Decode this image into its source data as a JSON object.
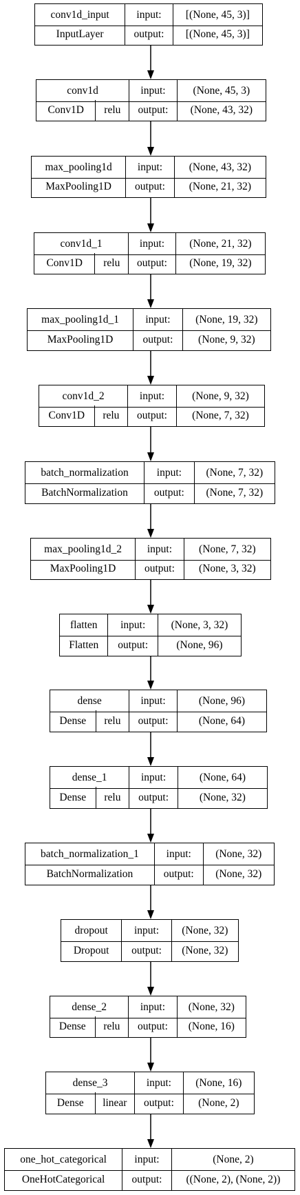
{
  "nodes": [
    {
      "name": "conv1d_input",
      "class": "InputLayer",
      "activation": "",
      "input": "[(None, 45, 3)]",
      "output": "[(None, 45, 3)]"
    },
    {
      "name": "conv1d",
      "class": "Conv1D",
      "activation": "relu",
      "input": "(None, 45, 3)",
      "output": "(None, 43, 32)"
    },
    {
      "name": "max_pooling1d",
      "class": "MaxPooling1D",
      "activation": "",
      "input": "(None, 43, 32)",
      "output": "(None, 21, 32)"
    },
    {
      "name": "conv1d_1",
      "class": "Conv1D",
      "activation": "relu",
      "input": "(None, 21, 32)",
      "output": "(None, 19, 32)"
    },
    {
      "name": "max_pooling1d_1",
      "class": "MaxPooling1D",
      "activation": "",
      "input": "(None, 19, 32)",
      "output": "(None, 9, 32)"
    },
    {
      "name": "conv1d_2",
      "class": "Conv1D",
      "activation": "relu",
      "input": "(None, 9, 32)",
      "output": "(None, 7, 32)"
    },
    {
      "name": "batch_normalization",
      "class": "BatchNormalization",
      "activation": "",
      "input": "(None, 7, 32)",
      "output": "(None, 7, 32)"
    },
    {
      "name": "max_pooling1d_2",
      "class": "MaxPooling1D",
      "activation": "",
      "input": "(None, 7, 32)",
      "output": "(None, 3, 32)"
    },
    {
      "name": "flatten",
      "class": "Flatten",
      "activation": "",
      "input": "(None, 3, 32)",
      "output": "(None, 96)"
    },
    {
      "name": "dense",
      "class": "Dense",
      "activation": "relu",
      "input": "(None, 96)",
      "output": "(None, 64)"
    },
    {
      "name": "dense_1",
      "class": "Dense",
      "activation": "relu",
      "input": "(None, 64)",
      "output": "(None, 32)"
    },
    {
      "name": "batch_normalization_1",
      "class": "BatchNormalization",
      "activation": "",
      "input": "(None, 32)",
      "output": "(None, 32)"
    },
    {
      "name": "dropout",
      "class": "Dropout",
      "activation": "",
      "input": "(None, 32)",
      "output": "(None, 32)"
    },
    {
      "name": "dense_2",
      "class": "Dense",
      "activation": "relu",
      "input": "(None, 32)",
      "output": "(None, 16)"
    },
    {
      "name": "dense_3",
      "class": "Dense",
      "activation": "linear",
      "input": "(None, 16)",
      "output": "(None, 2)"
    },
    {
      "name": "one_hot_categorical",
      "class": "OneHotCategorical",
      "activation": "",
      "input": "(None, 2)",
      "output": "((None, 2), (None, 2))"
    }
  ],
  "labels": {
    "input": "input:",
    "output": "output:"
  }
}
